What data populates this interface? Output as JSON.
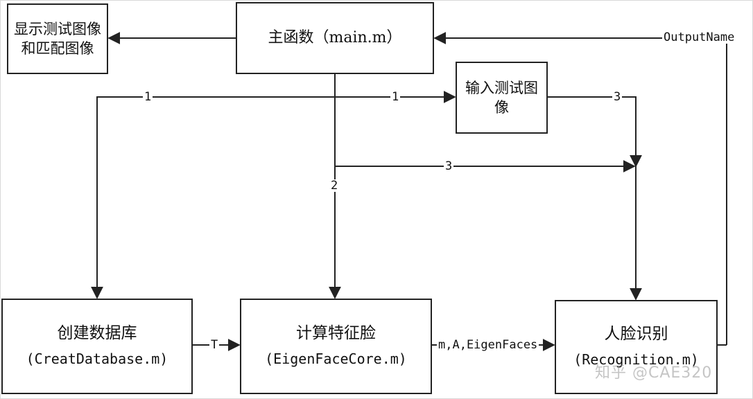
{
  "boxes": {
    "display": {
      "line1": "显示测试图像",
      "line2": "和匹配图像"
    },
    "main": {
      "title": "主函数（main.m）"
    },
    "input": {
      "line1": "输入测试图",
      "line2": "像"
    },
    "create": {
      "title": "创建数据库",
      "file": "(CreatDatabase.m)"
    },
    "eigen": {
      "title": "计算特征脸",
      "file": "(EigenFaceCore.m)"
    },
    "recog": {
      "title": "人脸识别",
      "file": "(Recognition.m)"
    }
  },
  "labels": {
    "output_name": "OutputName",
    "main_to_create": "1",
    "main_to_input": "1",
    "input_to_recog": "3",
    "main_to_recog": "3",
    "main_to_eigen": "2",
    "create_to_eigen": "T",
    "eigen_to_recog": "m,A,EigenFaces"
  },
  "watermark": "知乎 @CAE320"
}
